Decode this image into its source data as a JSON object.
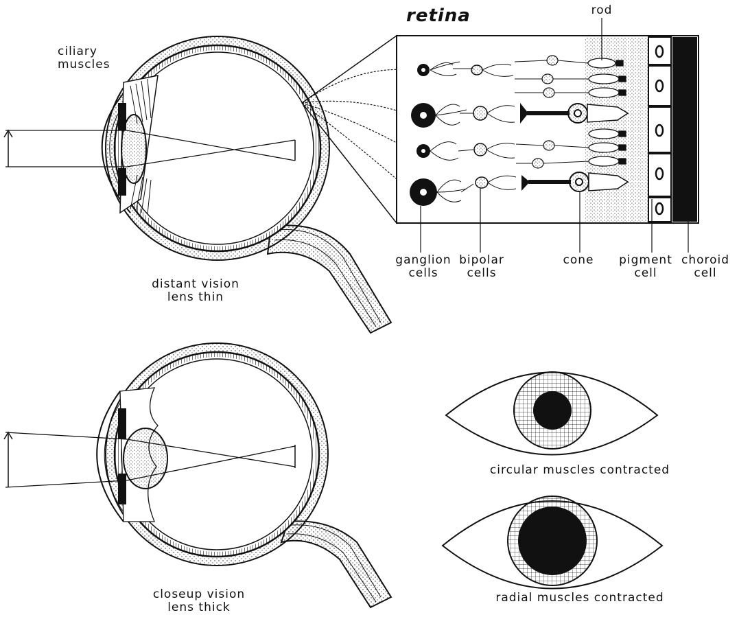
{
  "retina": {
    "title": "retina",
    "labels": {
      "rod": "rod",
      "ganglion": "ganglion\ncells",
      "bipolar": "bipolar\ncells",
      "cone": "cone",
      "pigment": "pigment\ncell",
      "choroid": "choroid\ncell"
    }
  },
  "eye_distant": {
    "ciliary": "ciliary\nmuscles",
    "caption": "distant vision\nlens thin"
  },
  "eye_closeup": {
    "caption": "closeup vision\nlens thick"
  },
  "iris": {
    "circular_caption": "circular muscles contracted",
    "radial_caption": "radial muscles contracted"
  }
}
